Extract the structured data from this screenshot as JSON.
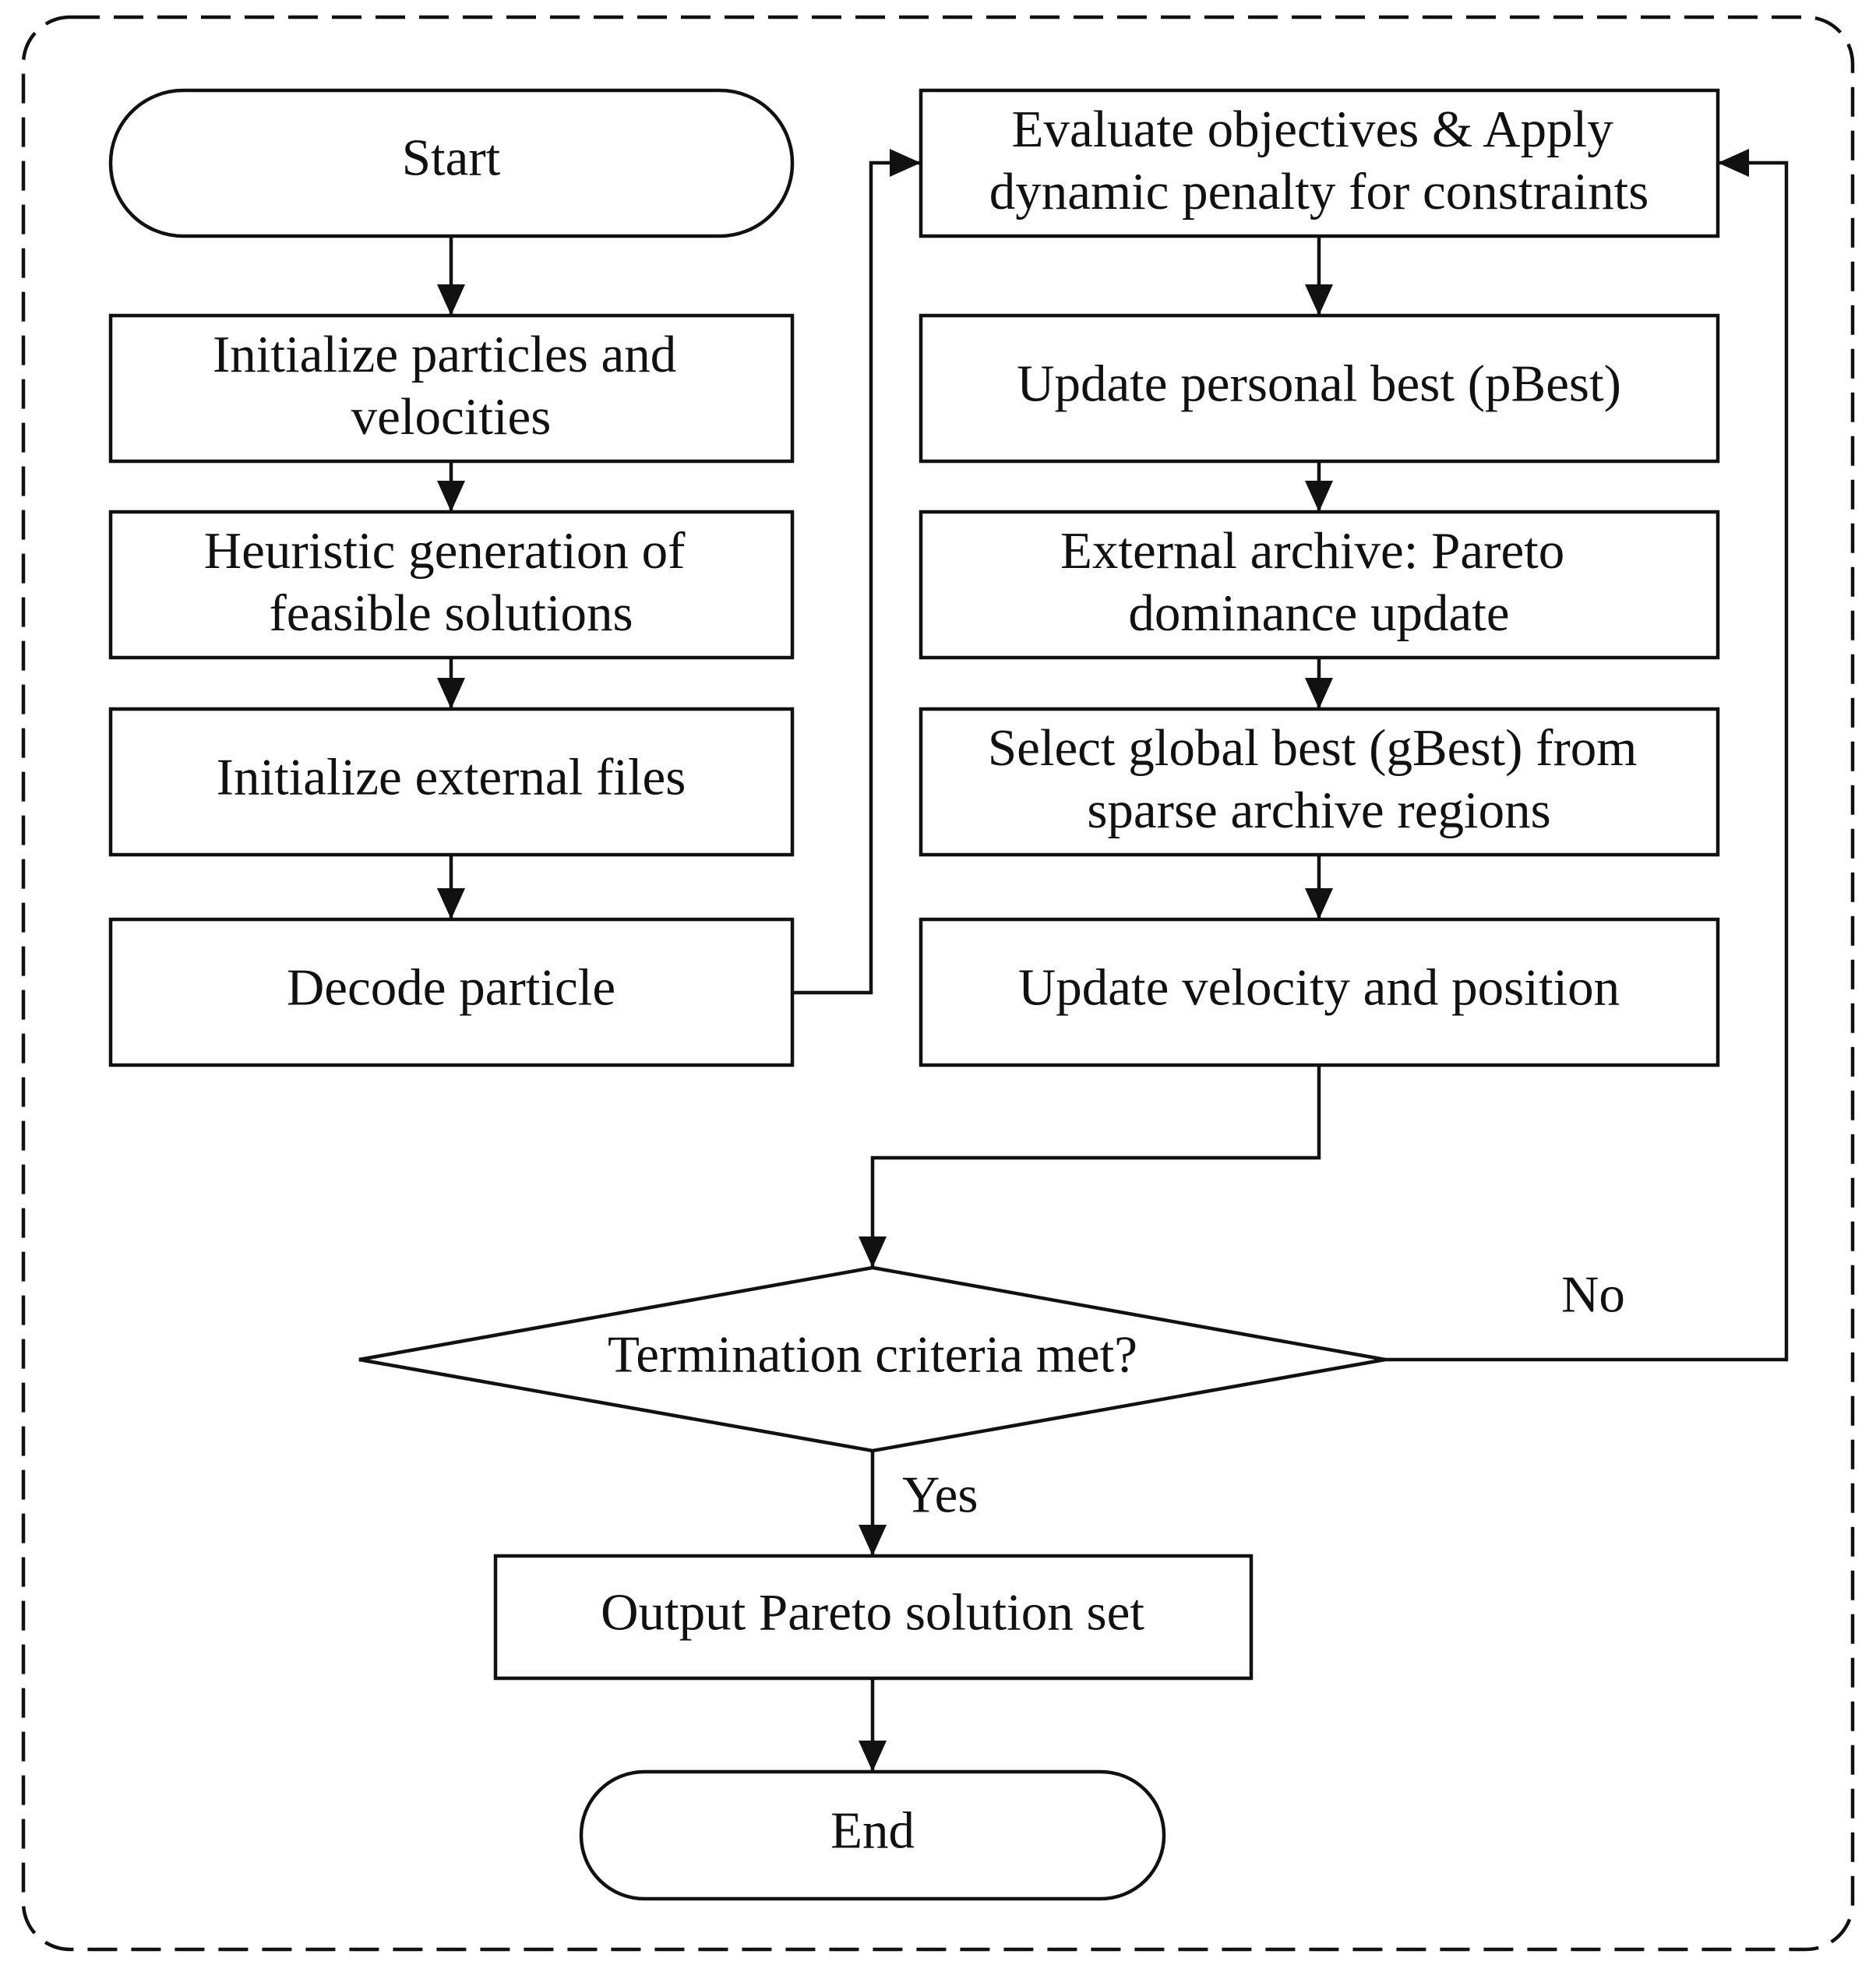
{
  "diagram": {
    "nodes": {
      "start": "Start",
      "init_particles": [
        "Initialize particles and",
        "velocities"
      ],
      "heuristic": [
        "Heuristic generation of",
        "feasible solutions"
      ],
      "init_external": "Initialize external files",
      "decode": "Decode particle",
      "evaluate": [
        "Evaluate objectives & Apply",
        "dynamic penalty for constraints"
      ],
      "update_pbest": "Update personal best (pBest)",
      "archive": [
        "External archive: Pareto",
        "dominance update"
      ],
      "select_gbest": [
        "Select global best (gBest) from",
        "sparse archive regions"
      ],
      "update_velocity": "Update velocity and position",
      "termination": "Termination criteria met?",
      "output": "Output Pareto solution set",
      "end": "End"
    },
    "edge_labels": {
      "no": "No",
      "yes": "Yes"
    }
  }
}
